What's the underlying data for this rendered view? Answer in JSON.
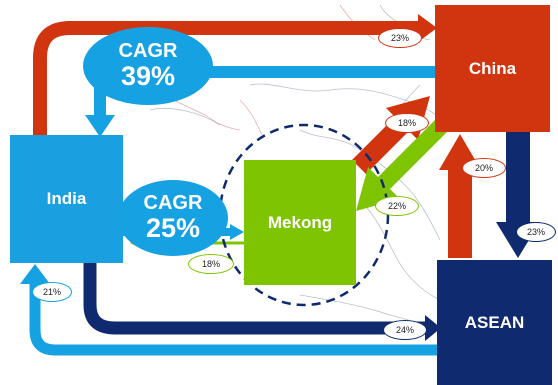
{
  "nodes": {
    "india": "India",
    "mekong": "Mekong",
    "china": "China",
    "asean": "ASEAN"
  },
  "cagr": {
    "top": {
      "label": "CAGR",
      "value": "39%"
    },
    "mid": {
      "label": "CAGR",
      "value": "25%"
    }
  },
  "flows": {
    "india_to_china": "23%",
    "mekong_to_china": "18%",
    "china_to_mekong": "22%",
    "asean_to_china": "20%",
    "china_to_asean": "23%",
    "india_to_mekong": "18%",
    "asean_to_india": "21%",
    "india_to_asean": "24%"
  },
  "colors": {
    "india": "#1a9fe0",
    "mekong": "#7ec400",
    "china": "#d1350f",
    "asean": "#0f2a6e"
  }
}
